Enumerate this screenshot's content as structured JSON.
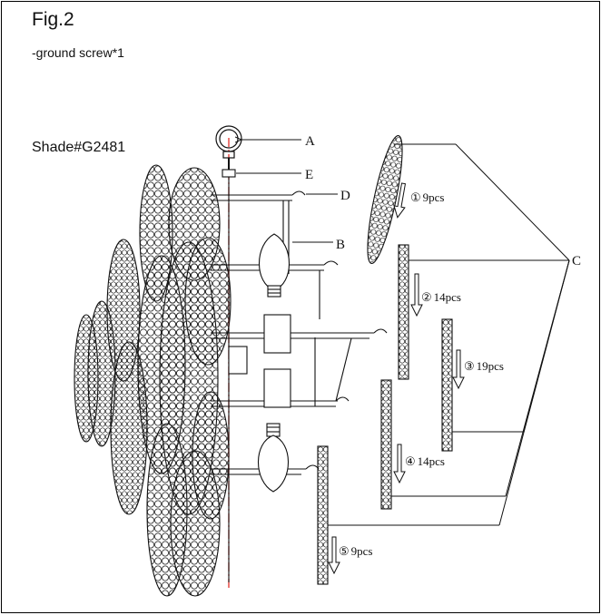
{
  "figure": {
    "title": "Fig.2",
    "note": "-ground screw*1",
    "shade_label": "Shade#G2481"
  },
  "callouts": {
    "A": "A",
    "B": "B",
    "C": "C",
    "D": "D",
    "E": "E"
  },
  "steps": [
    {
      "num": "①",
      "qty": "9pcs"
    },
    {
      "num": "②",
      "qty": "14pcs"
    },
    {
      "num": "③",
      "qty": "19pcs"
    },
    {
      "num": "④",
      "qty": "14pcs"
    },
    {
      "num": "⑤",
      "qty": "9pcs"
    }
  ],
  "colors": {
    "line": "#111111",
    "centerline": "#e0302a"
  }
}
